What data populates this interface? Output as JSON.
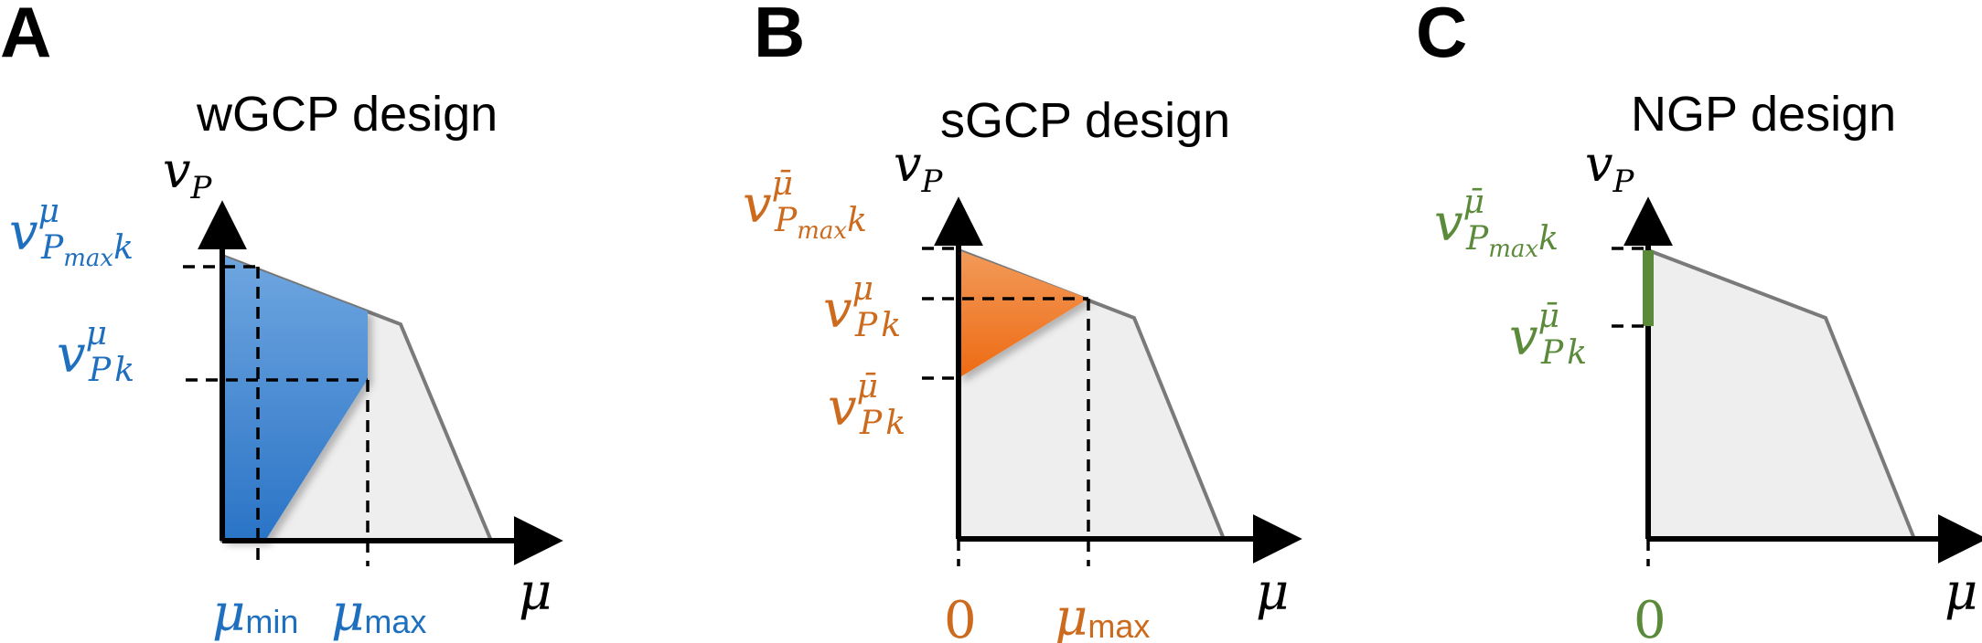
{
  "colors": {
    "blue": "#1f6fbf",
    "orange": "#cc6a1e",
    "orange_fill": "#f07b2a",
    "green": "#5a8a3a",
    "region_gray": "#eeeeee",
    "outline_gray": "#7a7a7a",
    "axis": "#000000"
  },
  "panels": [
    {
      "letter": "A",
      "title": "wGCP design",
      "y_axis_symbol": "v",
      "y_axis_subscript": "P",
      "x_axis_symbol": "μ",
      "labels": {
        "upper_symbol": "v",
        "upper_superscript": "μ",
        "upper_subscript": "P",
        "upper_subsubscript": "max",
        "upper_tail": "k",
        "lower_symbol": "v",
        "lower_superscript": "μ",
        "lower_subscript": "P",
        "lower_tail": "k",
        "x_tick_1_symbol": "μ",
        "x_tick_1_sub": "min",
        "x_tick_2_symbol": "μ",
        "x_tick_2_sub": "max"
      }
    },
    {
      "letter": "B",
      "title": "sGCP design",
      "y_axis_symbol": "v",
      "y_axis_subscript": "P",
      "x_axis_symbol": "μ",
      "labels": {
        "top_symbol": "v",
        "top_superscript": "μ̄",
        "top_subscript": "P",
        "top_subsubscript": "max",
        "top_tail": "k",
        "mid_symbol": "v",
        "mid_superscript": "μ",
        "mid_subscript": "P",
        "mid_tail": "k",
        "low_symbol": "v",
        "low_superscript": "μ̄",
        "low_subscript": "P",
        "low_tail": "k",
        "x_tick_1": "0",
        "x_tick_2_symbol": "μ",
        "x_tick_2_sub": "max"
      }
    },
    {
      "letter": "C",
      "title": "NGP design",
      "y_axis_symbol": "v",
      "y_axis_subscript": "P",
      "x_axis_symbol": "μ",
      "labels": {
        "top_symbol": "v",
        "top_superscript": "μ̄",
        "top_subscript": "P",
        "top_subsubscript": "max",
        "top_tail": "k",
        "low_symbol": "v",
        "low_superscript": "μ̄",
        "low_subscript": "P",
        "low_tail": "k",
        "x_tick_1": "0"
      }
    }
  ]
}
